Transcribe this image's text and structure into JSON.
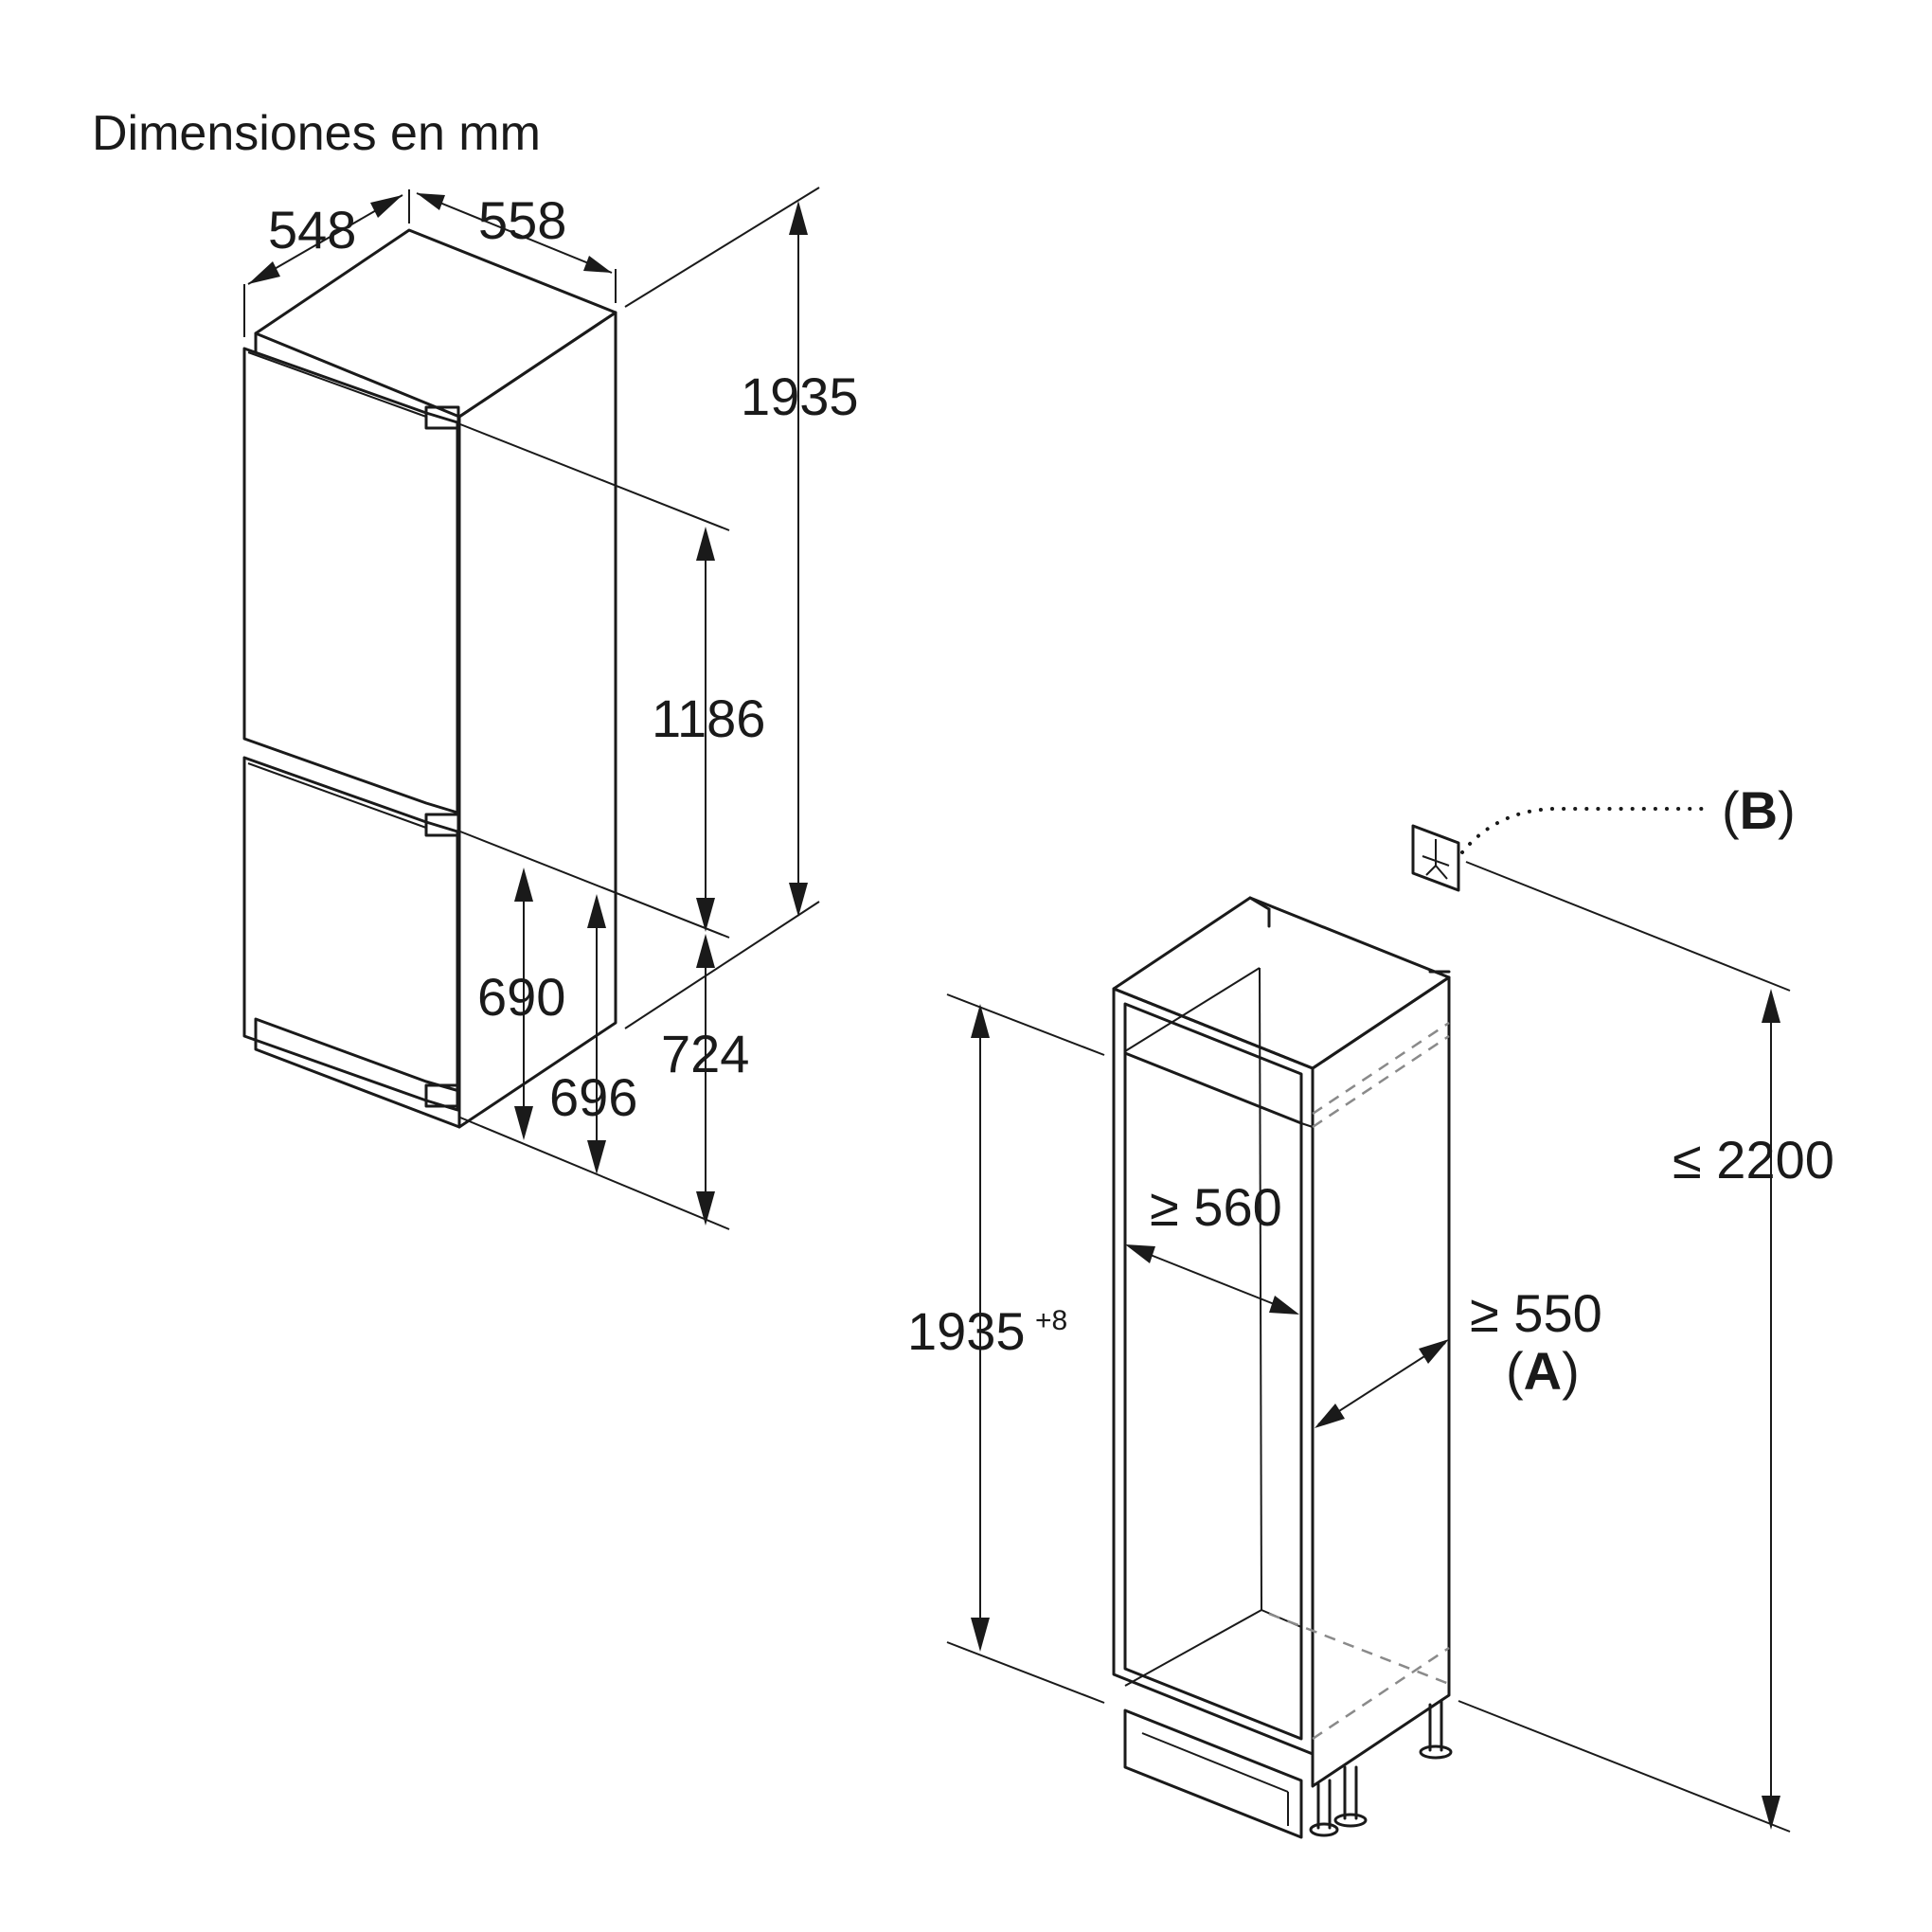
{
  "title": "Dimensiones en mm",
  "appliance": {
    "width_depth_a": "548",
    "width_depth_b": "558",
    "height_total": "1935",
    "height_upper": "1186",
    "height_lower": "724",
    "door_lower_a": "690",
    "door_lower_b": "696"
  },
  "niche": {
    "height_value": "1935",
    "height_tolerance": "+8",
    "width_min": "≥ 560",
    "depth_min": "≥ 550",
    "depth_note_open": "(",
    "depth_note_letter": "A",
    "depth_note_close": ")",
    "max_height": "≤ 2200",
    "socket_open": "(",
    "socket_letter": "B",
    "socket_close": ")",
    "socket_icon": "power-socket-icon"
  }
}
